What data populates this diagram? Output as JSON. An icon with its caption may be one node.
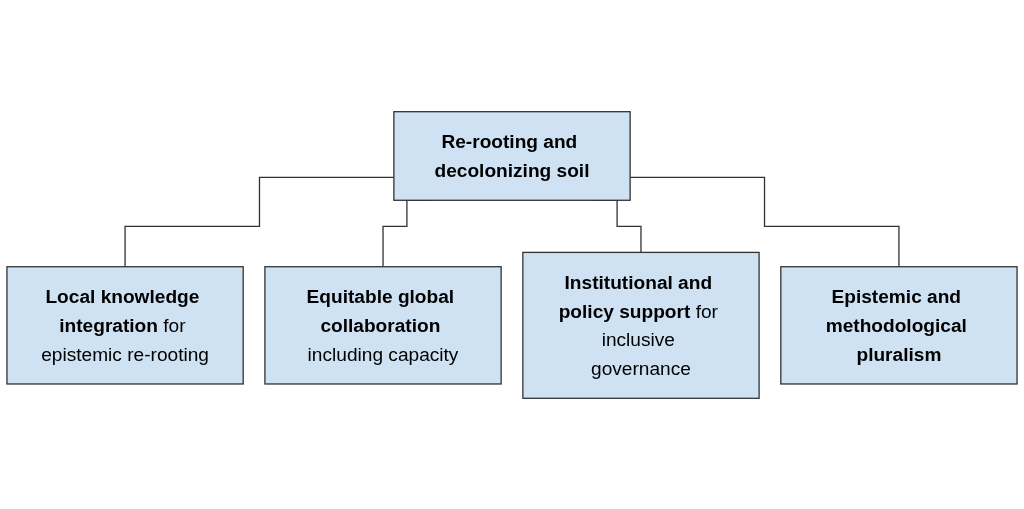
{
  "diagram": {
    "nodes": [
      {
        "text": [
          "Re-rooting and decolonizing soil"
        ]
      },
      {
        "text": [
          "**Local knowledge integration** for epistemic re-rooting"
        ]
      },
      {
        "text": [
          "**Equitable global collaboration** including capacity"
        ]
      },
      {
        "text": [
          "**Institutional and policy support** for inclusive governance"
        ]
      },
      {
        "text": [
          "Epistemic and methodological pluralism"
        ]
      }
    ],
    "edges": [
      {
        "from": 0,
        "to": 1,
        "arrow": "none"
      },
      {
        "from": 0,
        "to": 2,
        "arrow": "none"
      },
      {
        "from": 0,
        "to": 3,
        "arrow": "none"
      },
      {
        "from": 0,
        "to": 4,
        "arrow": "none"
      }
    ]
  }
}
